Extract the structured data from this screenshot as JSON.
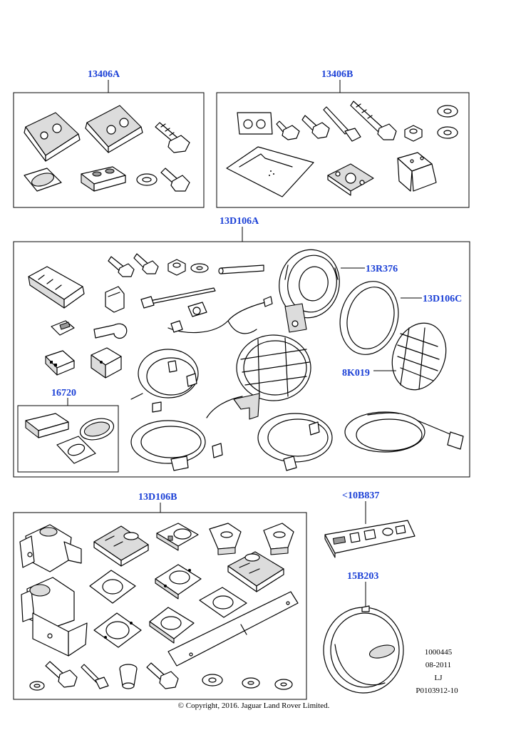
{
  "colors": {
    "link": "#1a3fd6",
    "ink": "#000000"
  },
  "labels": {
    "kit_13406A": "13406A",
    "kit_13406B": "13406B",
    "kit_13D106A": "13D106A",
    "kit_13R376": "13R376",
    "kit_13D106C": "13D106C",
    "kit_8K019": "8K019",
    "kit_16720": "16720",
    "kit_13D106B": "13D106B",
    "kit_10B837": "<10B837",
    "kit_15B203": "15B203"
  },
  "meta": {
    "line1": "1000445",
    "line2": "08-2011",
    "line3": "LJ",
    "line4": "P0103912-10"
  },
  "copyright": "© Copyright, 2016. Jaguar Land Rover Limited."
}
